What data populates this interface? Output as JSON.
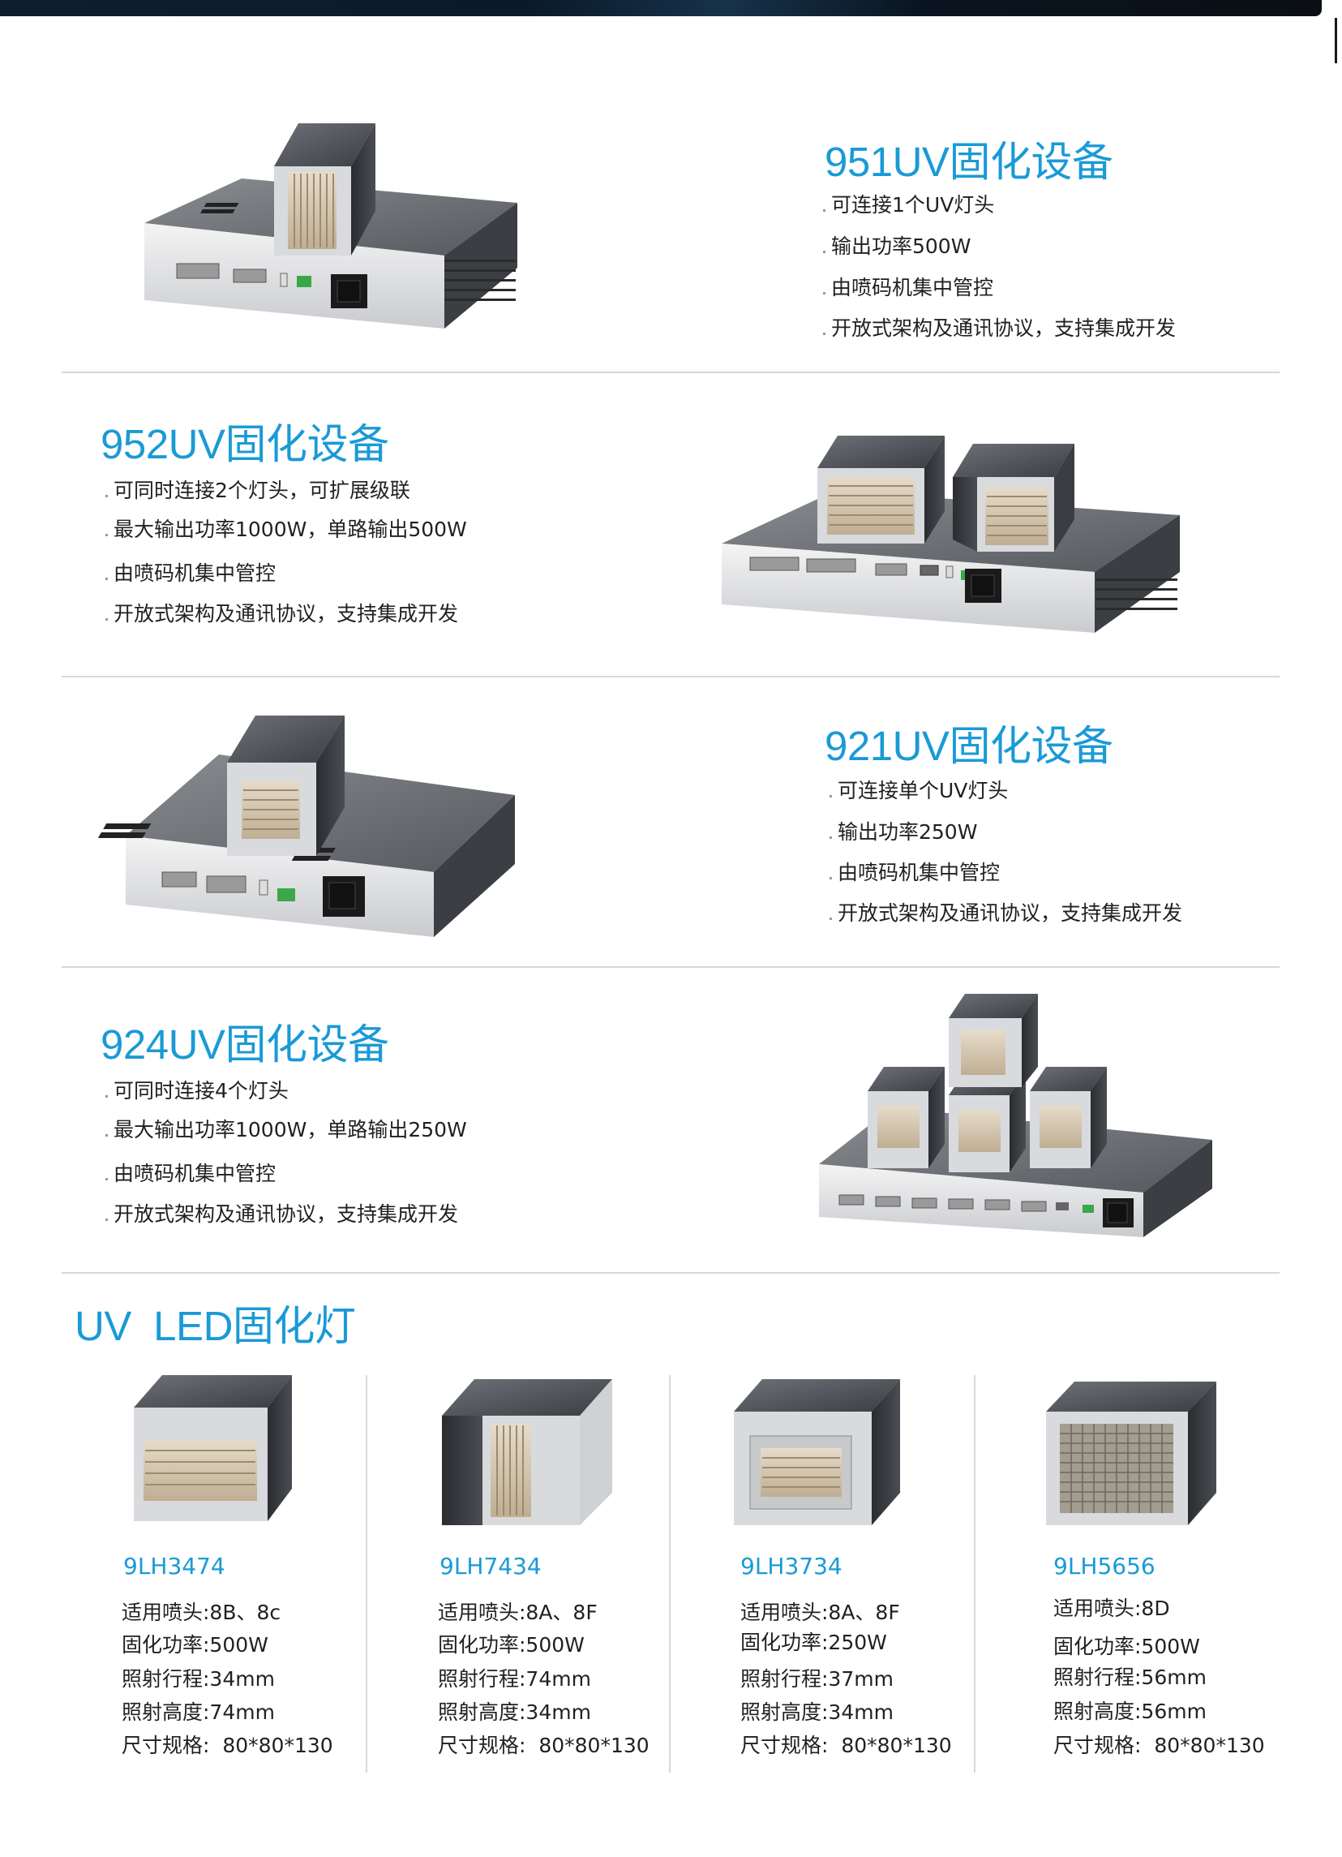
{
  "devices": [
    {
      "title": "951UV固化设备",
      "features": [
        "可连接1个UV灯头",
        "输出功率500W",
        "由喷码机集中管控",
        "开放式架构及通讯协议，支持集成开发"
      ]
    },
    {
      "title": "952UV固化设备",
      "features": [
        "可同时连接2个灯头，可扩展级联",
        "最大输出功率1000W，单路输出500W",
        "由喷码机集中管控",
        "开放式架构及通讯协议，支持集成开发"
      ]
    },
    {
      "title": "921UV固化设备",
      "features": [
        "可连接单个UV灯头",
        "输出功率250W",
        "由喷码机集中管控",
        "开放式架构及通讯协议，支持集成开发"
      ]
    },
    {
      "title": "924UV固化设备",
      "features": [
        "可同时连接4个灯头",
        "最大输出功率1000W，单路输出250W",
        "由喷码机集中管控",
        "开放式架构及通讯协议，支持集成开发"
      ]
    }
  ],
  "lamps_section": {
    "title": "UV  LED固化灯",
    "lamps": [
      {
        "model": "9LH3474",
        "specs": [
          "适用喷头:8B、8c",
          "固化功率:500W",
          "照射行程:34mm",
          "照射高度:74mm",
          "尺寸规格:  80*80*130"
        ]
      },
      {
        "model": "9LH7434",
        "specs": [
          "适用喷头:8A、8F",
          "固化功率:500W",
          "照射行程:74mm",
          "照射高度:34mm",
          "尺寸规格:  80*80*130"
        ]
      },
      {
        "model": "9LH3734",
        "specs": [
          "适用喷头:8A、8F",
          "固化功率:250W",
          "照射行程:37mm",
          "照射高度:34mm",
          "尺寸规格:  80*80*130"
        ]
      },
      {
        "model": "9LH5656",
        "specs": [
          "适用喷头:8D",
          "固化功率:500W",
          "照射行程:56mm",
          "照射高度:56mm",
          "尺寸规格:  80*80*130"
        ]
      }
    ]
  },
  "colors": {
    "accent": "#1a9ad6",
    "text": "#231f20",
    "divider": "#d8d8d8"
  }
}
